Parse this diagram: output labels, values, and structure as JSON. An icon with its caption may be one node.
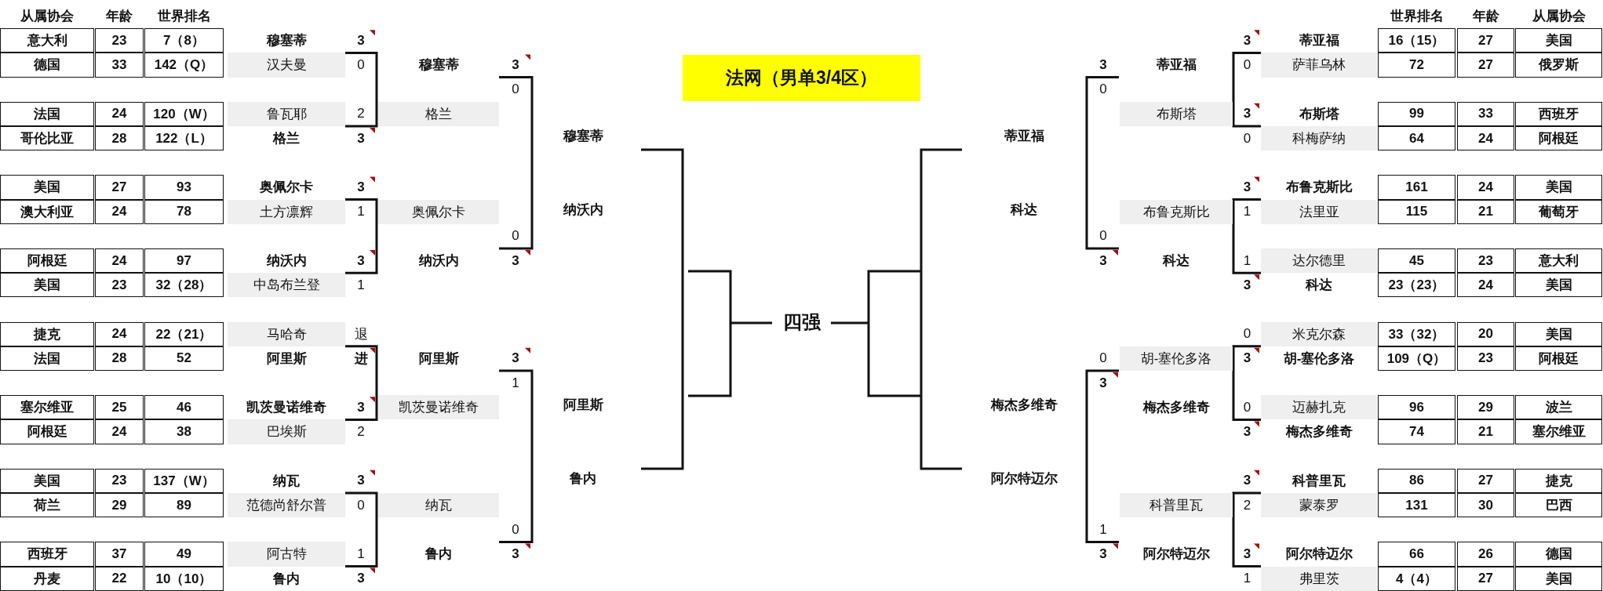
{
  "diagram": {
    "title": "法网（男单3/4区）",
    "labels": [
      "从属协会",
      "年龄",
      "世界排名",
      "世界排名",
      "年龄",
      "从属协会",
      "意大利",
      "23",
      "7（8）",
      "穆塞蒂",
      "3",
      "3",
      "蒂亚福",
      "16（15）",
      "27",
      "美国",
      "德国",
      "33",
      "142（Q）",
      "汉夫曼",
      "0",
      "穆塞蒂",
      "3",
      "3",
      "蒂亚福",
      "0",
      "萨菲乌林",
      "72",
      "27",
      "俄罗斯",
      "0",
      "0",
      "法国",
      "24",
      "120（W）",
      "鲁瓦耶",
      "2",
      "格兰",
      "布斯塔",
      "3",
      "布斯塔",
      "99",
      "33",
      "西班牙",
      "哥伦比亚",
      "28",
      "122（L）",
      "格兰",
      "3",
      "穆塞蒂",
      "蒂亚福",
      "0",
      "科梅萨纳",
      "64",
      "24",
      "阿根廷",
      "美国",
      "27",
      "93",
      "奥佩尔卡",
      "3",
      "3",
      "布鲁克斯比",
      "161",
      "24",
      "美国",
      "澳大利亚",
      "24",
      "78",
      "土方凛辉",
      "1",
      "奥佩尔卡",
      "纳沃内",
      "科达",
      "布鲁克斯比",
      "1",
      "法里亚",
      "115",
      "21",
      "葡萄牙",
      "0",
      "0",
      "阿根廷",
      "24",
      "97",
      "纳沃内",
      "3",
      "纳沃内",
      "3",
      "3",
      "科达",
      "1",
      "达尔德里",
      "45",
      "23",
      "意大利",
      "美国",
      "23",
      "32（28）",
      "中岛布兰登",
      "1",
      "3",
      "科达",
      "23（23）",
      "24",
      "美国",
      "四强",
      "捷克",
      "24",
      "22（21）",
      "马哈奇",
      "退",
      "0",
      "米克尔森",
      "33（32）",
      "20",
      "美国",
      "法国",
      "28",
      "52",
      "阿里斯",
      "进",
      "阿里斯",
      "3",
      "0",
      "胡-塞伦多洛",
      "3",
      "胡-塞伦多洛",
      "109（Q）",
      "23",
      "阿根廷",
      "1",
      "3",
      "塞尔维亚",
      "25",
      "46",
      "凯茨曼诺维奇",
      "3",
      "凯茨曼诺维奇",
      "阿里斯",
      "梅杰多维奇",
      "梅杰多维奇",
      "0",
      "迈赫扎克",
      "96",
      "29",
      "波兰",
      "阿根廷",
      "24",
      "38",
      "巴埃斯",
      "2",
      "3",
      "梅杰多维奇",
      "74",
      "21",
      "塞尔维亚",
      "美国",
      "23",
      "137（W）",
      "纳瓦",
      "3",
      "鲁内",
      "阿尔特迈尔",
      "3",
      "科普里瓦",
      "86",
      "27",
      "捷克",
      "荷兰",
      "29",
      "89",
      "范德尚舒尔普",
      "0",
      "纳瓦",
      "科普里瓦",
      "2",
      "蒙泰罗",
      "131",
      "30",
      "巴西",
      "0",
      "1",
      "西班牙",
      "37",
      "49",
      "阿古特",
      "1",
      "鲁内",
      "3",
      "3",
      "阿尔特迈尔",
      "3",
      "阿尔特迈尔",
      "66",
      "26",
      "德国",
      "丹麦",
      "22",
      "10（10）",
      "鲁内",
      "3",
      "1",
      "弗里茨",
      "4（4）",
      "27",
      "美国"
    ]
  }
}
